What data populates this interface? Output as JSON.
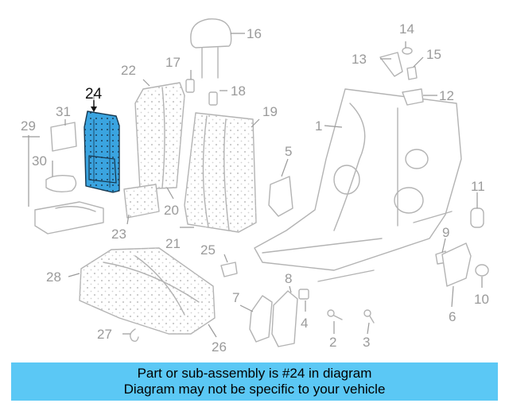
{
  "diagram": {
    "highlighted_part": "24",
    "callouts": [
      "1",
      "2",
      "3",
      "4",
      "5",
      "6",
      "7",
      "8",
      "9",
      "10",
      "11",
      "12",
      "13",
      "14",
      "15",
      "16",
      "17",
      "18",
      "19",
      "20",
      "21",
      "22",
      "23",
      "24",
      "25",
      "26",
      "27",
      "28",
      "29",
      "30",
      "31"
    ]
  },
  "banner": {
    "line1": "Part or sub-assembly is #24 in diagram",
    "line2": "Diagram may not be specific to your vehicle"
  },
  "colors": {
    "highlight": "#3aa4e0",
    "banner": "#5bc8f5",
    "line": "#b3b3b3"
  }
}
